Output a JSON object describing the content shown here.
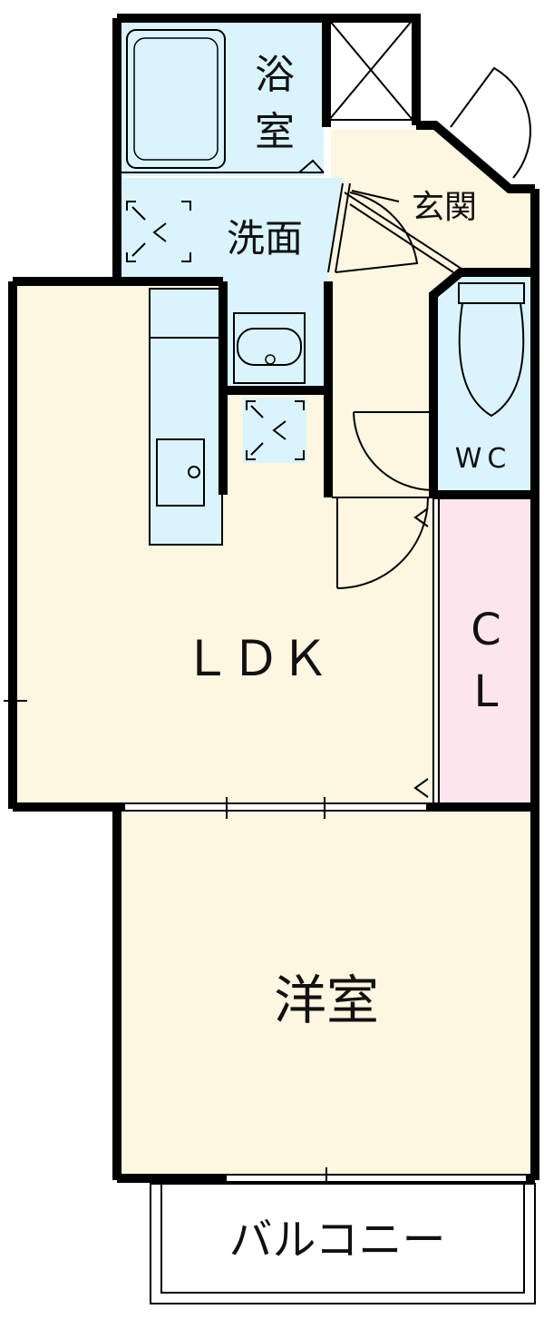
{
  "rooms": {
    "bath": {
      "label_line1": "浴",
      "label_line2": "室"
    },
    "washroom": {
      "label": "洗面"
    },
    "entrance": {
      "label": "玄関"
    },
    "wc": {
      "label": "WC"
    },
    "closet": {
      "label_line1": "C",
      "label_line2": "L"
    },
    "ldk": {
      "label": "ＬＤＫ"
    },
    "western_room": {
      "label": "洋室"
    },
    "balcony": {
      "label": "バルコニー"
    }
  },
  "colors": {
    "wet_area": "#daf4fd",
    "dry_area": "#fdf6e1",
    "closet": "#fde5ee",
    "wall": "#000000",
    "background": "#ffffff"
  }
}
